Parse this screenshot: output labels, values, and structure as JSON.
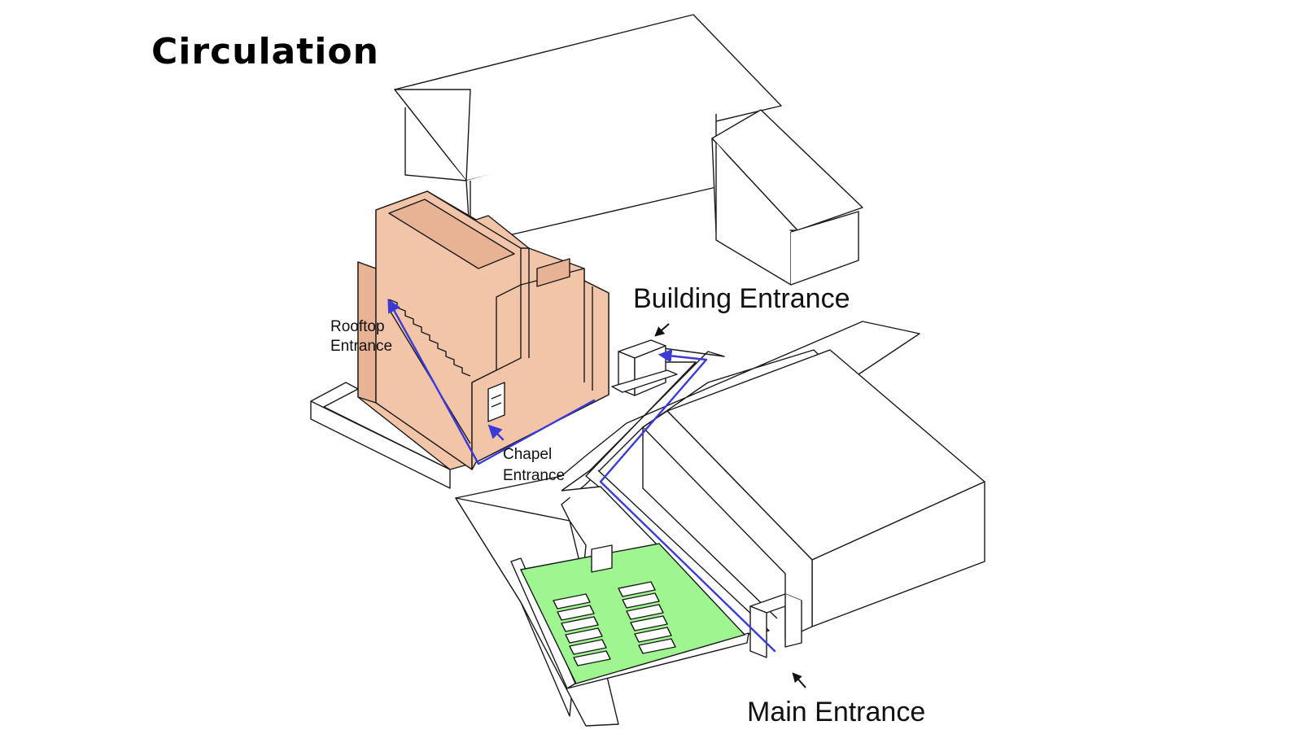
{
  "title": "Circulation",
  "labels": {
    "building_entrance": "Building Entrance",
    "main_entrance": "Main Entrance",
    "rooftop_entrance_line1": "Rooftop",
    "rooftop_entrance_line2": "Entrance",
    "chapel_entrance_line1": "Chapel",
    "chapel_entrance_line2": "Entrance"
  },
  "colors": {
    "building": "#f2c4a8",
    "garden": "#9ff58f",
    "circulation_path": "#3a3ad8",
    "line": "#1a1a1a"
  }
}
